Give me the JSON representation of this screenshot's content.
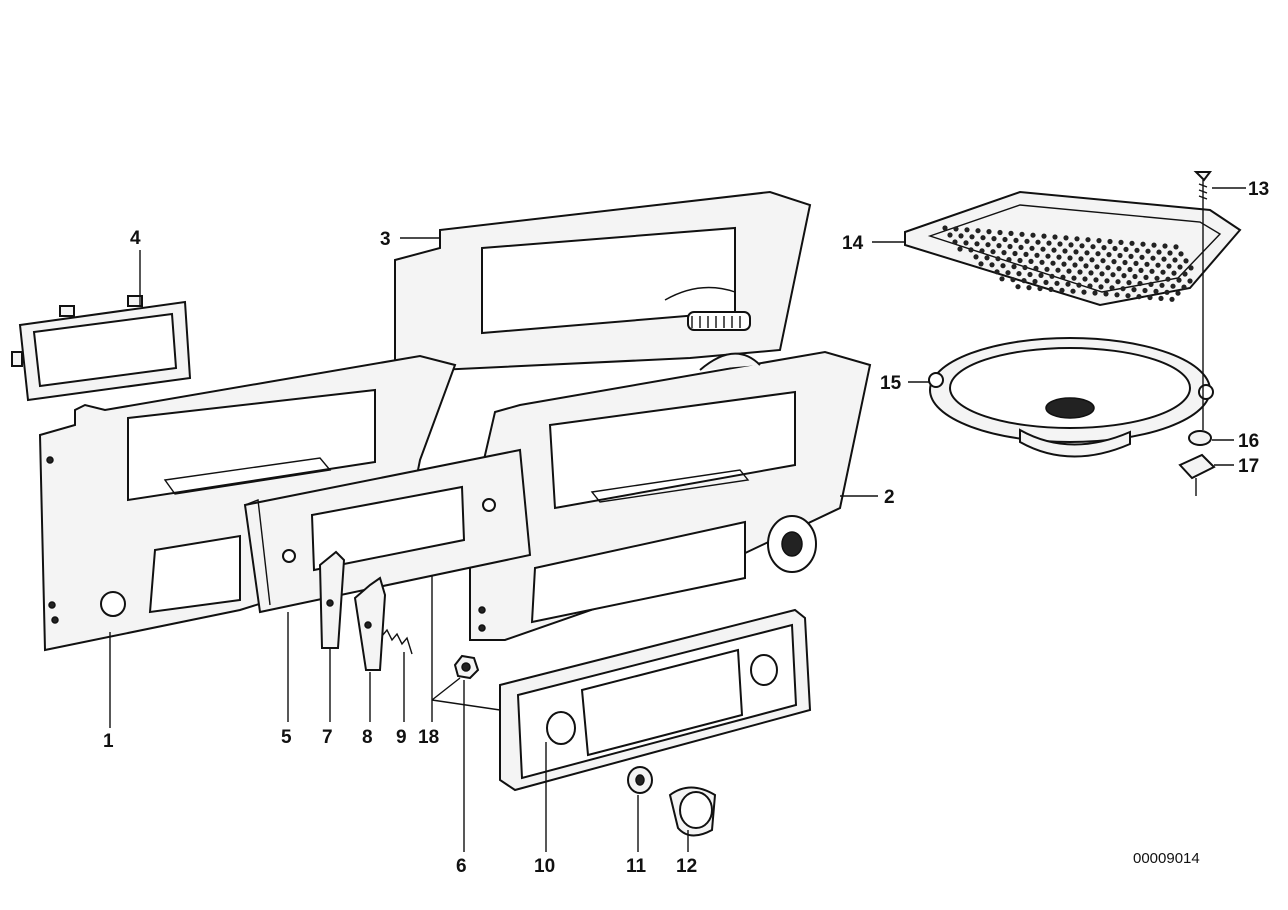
{
  "diagram": {
    "document_number": "00009014",
    "callouts": {
      "c1": "1",
      "c2": "2",
      "c3": "3",
      "c4": "4",
      "c5": "5",
      "c6": "6",
      "c7": "7",
      "c8": "8",
      "c9": "9",
      "c10": "10",
      "c11": "11",
      "c12": "12",
      "c13": "13",
      "c14": "14",
      "c15": "15",
      "c16": "16",
      "c17": "17",
      "c18": "18"
    }
  }
}
